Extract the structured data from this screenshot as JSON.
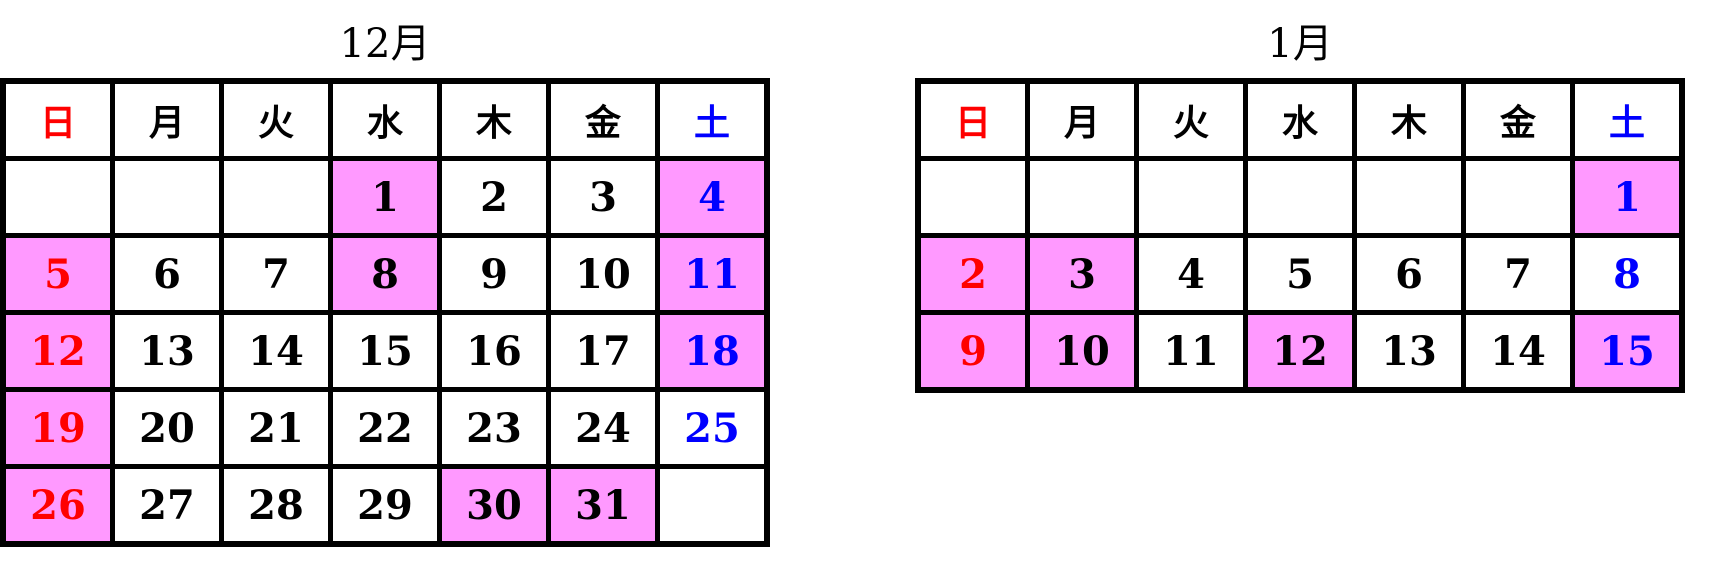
{
  "calendars": [
    {
      "title": "12月",
      "weekdays": [
        "日",
        "月",
        "火",
        "水",
        "木",
        "金",
        "土"
      ],
      "weeks": [
        [
          {
            "day": ""
          },
          {
            "day": ""
          },
          {
            "day": ""
          },
          {
            "day": "1",
            "highlight": true
          },
          {
            "day": "2"
          },
          {
            "day": "3"
          },
          {
            "day": "4",
            "highlight": true
          }
        ],
        [
          {
            "day": "5",
            "highlight": true
          },
          {
            "day": "6"
          },
          {
            "day": "7"
          },
          {
            "day": "8",
            "highlight": true
          },
          {
            "day": "9"
          },
          {
            "day": "10"
          },
          {
            "day": "11",
            "highlight": true
          }
        ],
        [
          {
            "day": "12",
            "highlight": true
          },
          {
            "day": "13"
          },
          {
            "day": "14"
          },
          {
            "day": "15"
          },
          {
            "day": "16"
          },
          {
            "day": "17"
          },
          {
            "day": "18",
            "highlight": true
          }
        ],
        [
          {
            "day": "19",
            "highlight": true
          },
          {
            "day": "20"
          },
          {
            "day": "21"
          },
          {
            "day": "22"
          },
          {
            "day": "23"
          },
          {
            "day": "24"
          },
          {
            "day": "25"
          }
        ],
        [
          {
            "day": "26",
            "highlight": true
          },
          {
            "day": "27"
          },
          {
            "day": "28"
          },
          {
            "day": "29"
          },
          {
            "day": "30",
            "highlight": true
          },
          {
            "day": "31",
            "highlight": true
          },
          {
            "day": ""
          }
        ]
      ]
    },
    {
      "title": "1月",
      "weekdays": [
        "日",
        "月",
        "火",
        "水",
        "木",
        "金",
        "土"
      ],
      "weeks": [
        [
          {
            "day": ""
          },
          {
            "day": ""
          },
          {
            "day": ""
          },
          {
            "day": ""
          },
          {
            "day": ""
          },
          {
            "day": ""
          },
          {
            "day": "1",
            "highlight": true
          }
        ],
        [
          {
            "day": "2",
            "highlight": true
          },
          {
            "day": "3",
            "highlight": true
          },
          {
            "day": "4"
          },
          {
            "day": "5"
          },
          {
            "day": "6"
          },
          {
            "day": "7"
          },
          {
            "day": "8"
          }
        ],
        [
          {
            "day": "9",
            "highlight": true
          },
          {
            "day": "10",
            "highlight": true
          },
          {
            "day": "11"
          },
          {
            "day": "12",
            "highlight": true
          },
          {
            "day": "13"
          },
          {
            "day": "14"
          },
          {
            "day": "15",
            "highlight": true
          }
        ]
      ]
    }
  ],
  "colors": {
    "highlight": "#ff99ff",
    "sunday": "#ff0000",
    "saturday": "#0000ff",
    "grid": "#000000"
  }
}
